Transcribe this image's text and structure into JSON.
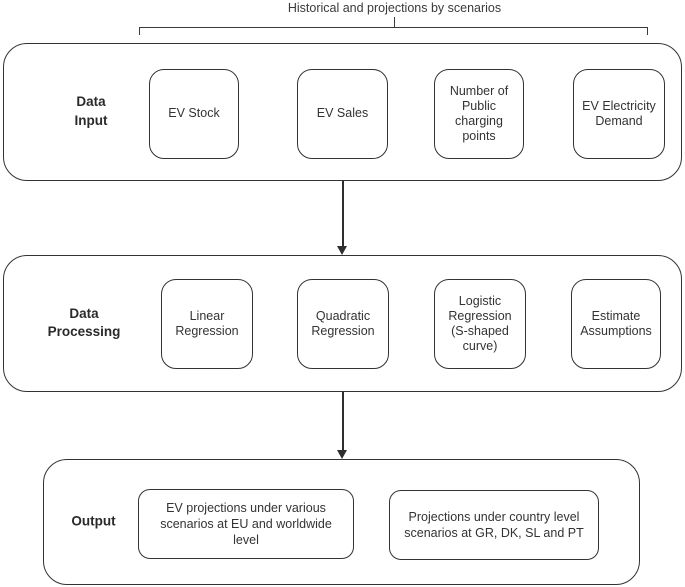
{
  "top_label": "Historical and projections by scenarios",
  "colors": {
    "line": "#333333",
    "text": "#2e2e2e"
  },
  "sections": [
    {
      "id": "data-input",
      "label": "Data\nInput",
      "boxes": [
        "EV Stock",
        "EV Sales",
        "Number of\nPublic\ncharging\npoints",
        "EV Electricity\nDemand"
      ]
    },
    {
      "id": "data-processing",
      "label": "Data\nProcessing",
      "boxes": [
        "Linear\nRegression",
        "Quadratic\nRegression",
        "Logistic\nRegression\n(S-shaped\ncurve)",
        "Estimate\nAssumptions"
      ]
    },
    {
      "id": "output",
      "label": "Output",
      "boxes": [
        "EV projections under various\nscenarios at EU and worldwide\nlevel",
        "Projections under country level\nscenarios at GR, DK, SL and PT"
      ]
    }
  ]
}
